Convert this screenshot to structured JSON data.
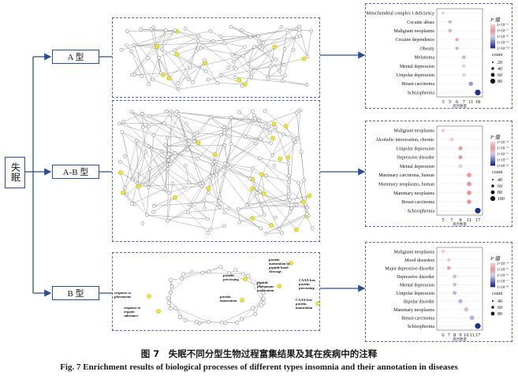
{
  "root": {
    "label": "失眠"
  },
  "categories": [
    {
      "label": "A 型"
    },
    {
      "label": "A-B 型"
    },
    {
      "label": "B 型"
    }
  ],
  "networks": {
    "b_labels": [
      "protein processing",
      "protein maturation by peptide bond cleavage",
      "peptide pheromone maturation",
      "CAAX-box protein processing",
      "protein maturation",
      "CAAX-box protein maturation",
      "response to pheromone",
      "response to organic substance"
    ]
  },
  "legend": {
    "p_title": "P 值",
    "count_title": "count"
  },
  "chart_data": [
    {
      "type": "scatter",
      "title": "",
      "xlabel": "基因数量",
      "ylabel": "",
      "categories": [
        "Mitochondrial complex I deficiency",
        "Cocaine abuse",
        "Malignant neoplasms",
        "Cocaine dependence",
        "Obesity",
        "Melanoma",
        "Mental depression",
        "Unipolar depression",
        "Breast carcinoma",
        "Schizophrenia"
      ],
      "x_ticks": [
        3,
        5,
        6,
        7,
        11,
        18
      ],
      "x": [
        3,
        5,
        5,
        6,
        6,
        7,
        7,
        7,
        11,
        18
      ],
      "p_exponents": [
        -6,
        -8,
        -8,
        -7,
        -8,
        -8,
        -9,
        -9,
        -10,
        -12
      ],
      "count_legend": [
        20,
        40,
        60,
        80
      ],
      "p_legend_labels": [
        "1×10⁻⁶",
        "1×10⁻⁷",
        "1×10⁻⁸",
        "1×10⁻⁹",
        "1×10⁻¹⁰"
      ]
    },
    {
      "type": "scatter",
      "title": "",
      "xlabel": "基因数量",
      "ylabel": "",
      "categories": [
        "Malignant neoplasms",
        "Alcoholic intoxication, chronic",
        "Unipolar depression",
        "Depressive disorder",
        "Mental depression",
        "Mammary carcinoma, human",
        "Mammary neoplasms, human",
        "Mammary neoplasms",
        "Breast carcinoma",
        "Schizophrenia"
      ],
      "x_ticks": [
        5,
        7,
        8,
        11,
        17
      ],
      "x": [
        5,
        7,
        8,
        8,
        8,
        11,
        11,
        11,
        11,
        17
      ],
      "p_exponents": [
        -6,
        -6,
        -7,
        -7,
        -8,
        -7,
        -7,
        -7,
        -7,
        -10
      ],
      "count_legend": [
        40,
        60,
        80,
        100
      ],
      "p_legend_labels": [
        "1×10⁻⁴",
        "1×10⁻⁵",
        "1×10⁻⁶",
        "1×10⁻⁷",
        "1×10⁻⁸"
      ]
    },
    {
      "type": "scatter",
      "title": "",
      "xlabel": "基因数量",
      "ylabel": "",
      "categories": [
        "Malignant neoplasms",
        "Mood disorders",
        "Major depressive disorder",
        "Depressive disorder",
        "Mental depression",
        "Unipolar depression",
        "Bipolar disorder",
        "Mammary neoplasms",
        "Breast carcinoma",
        "Schizophrenia"
      ],
      "x_ticks": [
        6,
        7,
        8,
        9,
        10,
        11,
        17
      ],
      "x": [
        6,
        7,
        7,
        8,
        8,
        8,
        9,
        10,
        11,
        17
      ],
      "p_exponents": [
        -4,
        -4,
        -5,
        -6,
        -6,
        -7,
        -7,
        -6,
        -7,
        -9
      ],
      "count_legend": [
        40,
        60,
        80
      ],
      "p_legend_labels": [
        "1×10⁻⁴",
        "1×10⁻⁵",
        "1×10⁻⁶",
        "1×10⁻⁷",
        "1×10⁻⁸"
      ]
    }
  ],
  "caption": {
    "cn": "图 7　失眠不同分型生物过程富集结果及其在疾病中的注释",
    "en": "Fig. 7   Enrichment results of biological processes of different types insomnia and their annotation in diseases"
  }
}
